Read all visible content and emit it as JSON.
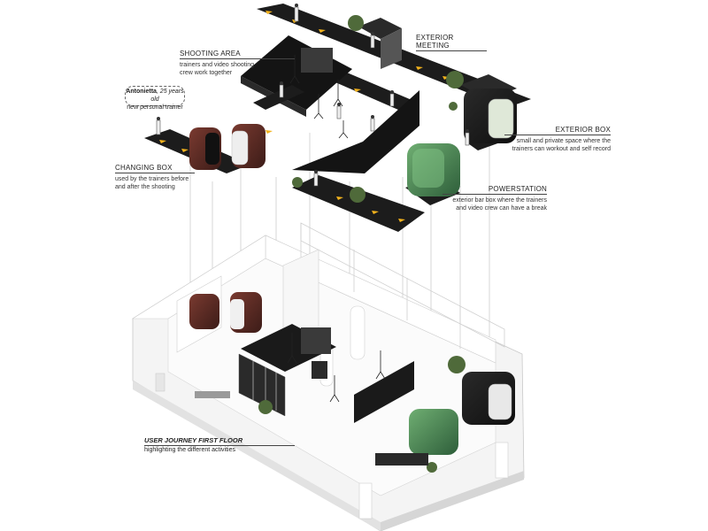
{
  "labels": {
    "shooting_area": {
      "title": "SHOOTING AREA",
      "line1": "trainers and video shooting",
      "line2": "crew work together"
    },
    "persona": {
      "name": "Antonietta",
      "age": ", 25 years old",
      "role": "new personal trainer"
    },
    "changing_box": {
      "title": "CHANGING BOX",
      "line1": "used by the trainers before",
      "line2": "and after the shooting"
    },
    "exterior_meeting": {
      "title": "EXTERIOR MEETING"
    },
    "exterior_box": {
      "title": "EXTERIOR BOX",
      "line1": "small and private space where the",
      "line2": "trainers can workout and self record"
    },
    "powerstation": {
      "title": "POWERSTATION",
      "line1": "exterior bar box where the trainers",
      "line2": "and video crew can have a break"
    },
    "journey": {
      "title": "USER JOURNEY FIRST FLOOR",
      "subtitle": "highlighting the different activities"
    }
  },
  "colors": {
    "path": "#1c1c1c",
    "path_arrow": "#f2b21c",
    "box_dark": "#1a1a1a",
    "box_maroon": "#5a2a24",
    "box_green": "#4d8a55",
    "floor": "#f3f3f3",
    "wall": "#ffffff",
    "edge": "#9a9a9a"
  }
}
